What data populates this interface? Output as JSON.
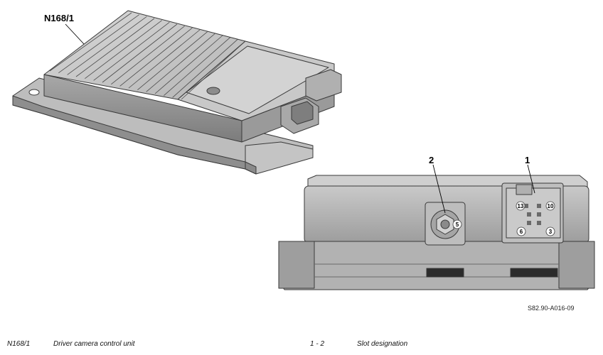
{
  "callouts": {
    "unit": "N168/1",
    "slot_1": "1",
    "slot_2": "2"
  },
  "pins": {
    "p13": "13",
    "p10": "10",
    "p6": "6",
    "p3": "3",
    "p5": "5"
  },
  "figure_id": "S82.90-A016-09",
  "legend": {
    "code_1": "N168/1",
    "desc_1": "Driver camera control unit",
    "code_2": "1 - 2",
    "desc_2": "Slot designation"
  },
  "colors": {
    "body_light": "#d6d6d6",
    "body_mid": "#b9b9b9",
    "body_dark": "#8f8f8f",
    "outline": "#3a3a3a"
  }
}
